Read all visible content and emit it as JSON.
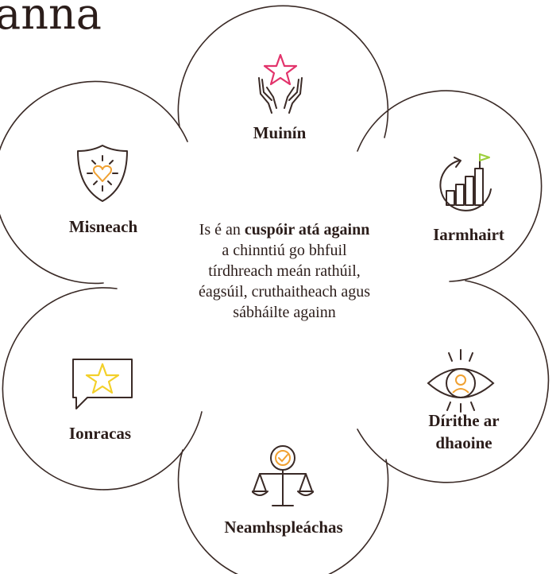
{
  "title": "anna",
  "center": {
    "part1": "Is é an ",
    "part2": "cuspóir atá againn",
    "part3": " a chinntiú go bhfuil tírdhreach meán rathúil, éagsúil, cruthaitheach agus sábháilte againn"
  },
  "values": [
    {
      "label": "Muinín",
      "icon": "hands-star-icon"
    },
    {
      "label": "Iarmhairt",
      "icon": "growth-chart-flag-icon"
    },
    {
      "label_line1": "Dírithe ar",
      "label_line2": "dhaoine",
      "icon": "eye-icon"
    },
    {
      "label": "Neamhspleáchas",
      "icon": "balance-scale-icon"
    },
    {
      "label": "Ionracas",
      "icon": "speech-bubble-star-icon"
    },
    {
      "label": "Misneach",
      "icon": "shield-heart-icon"
    }
  ],
  "colors": {
    "text": "#2b1d1a",
    "line": "#3a2a26",
    "star_pink": "#e2336b",
    "heart_orange": "#f0a030",
    "flag_green": "#9ccf3b",
    "eye_orange": "#f0a030",
    "check_orange": "#f0a030",
    "star_yellow": "#f3d02a"
  }
}
